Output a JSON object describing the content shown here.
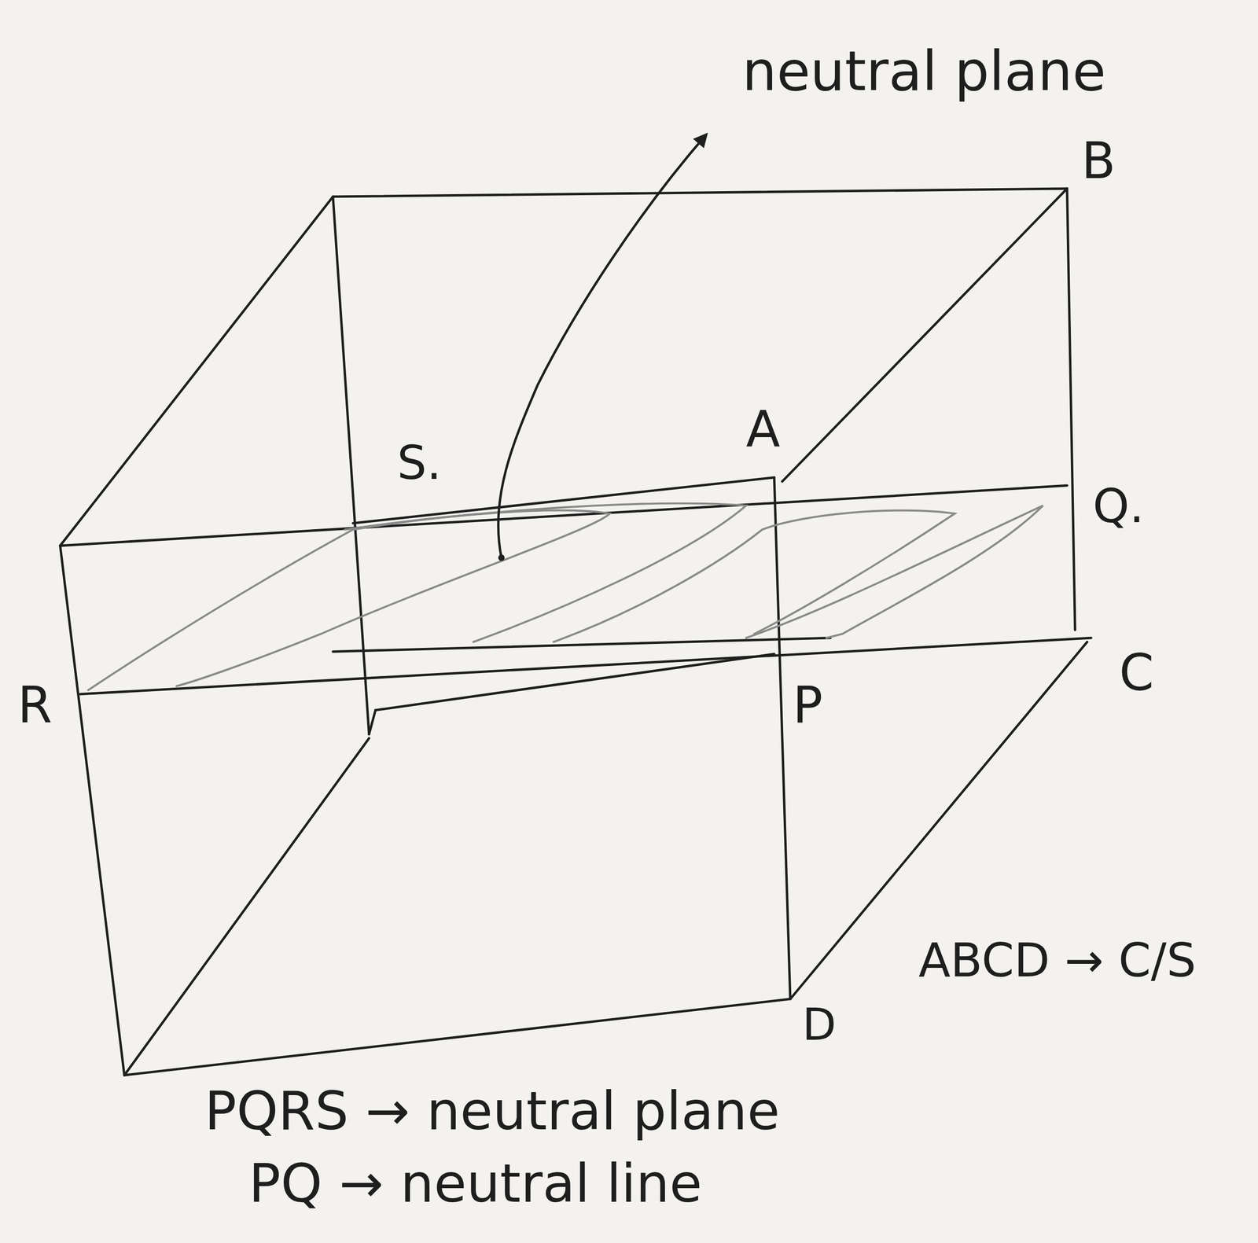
{
  "diagram": {
    "labels": [
      "neutral plane",
      "B",
      "A",
      "S.",
      "Q.",
      "C",
      "R",
      "P",
      "D",
      "ABCD → C/S",
      "PQRS → neutral plane",
      "PQ → neutral line"
    ]
  }
}
